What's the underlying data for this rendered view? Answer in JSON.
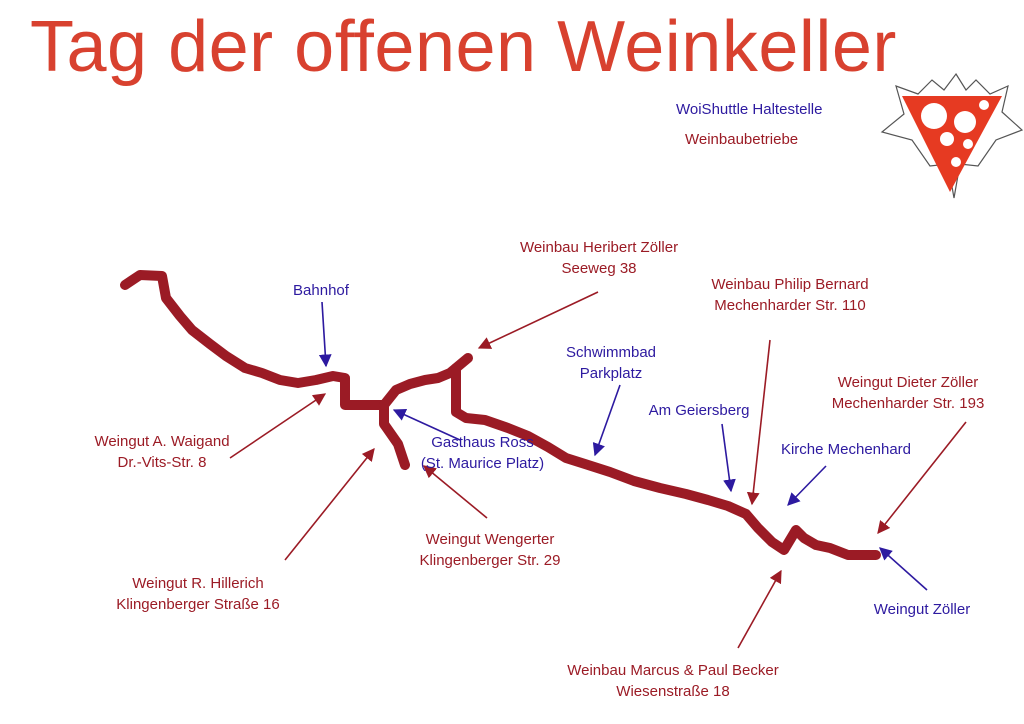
{
  "title": "Tag der offenen Weinkeller",
  "legend": {
    "shuttle": "WoiShuttle Haltestelle",
    "wineries": "Weinbaubetriebe"
  },
  "colors": {
    "title": "#d8412f",
    "route": "#9b1b25",
    "shuttle_stop": "#2d1aa0",
    "winery": "#9b1b25"
  },
  "stops": {
    "bahnhof": "Bahnhof",
    "gasthaus_1": "Gasthaus Ross",
    "gasthaus_2": "(St. Maurice Platz)",
    "schwimmbad_1": "Schwimmbad",
    "schwimmbad_2": "Parkplatz",
    "geiersberg": "Am Geiersberg",
    "kirche": "Kirche Mechenhard",
    "zoeller": "Weingut Zöller"
  },
  "wineries": {
    "heribert_1": "Weinbau Heribert Zöller",
    "heribert_2": "Seeweg 38",
    "philip_1": "Weinbau Philip Bernard",
    "philip_2": "Mechenharder Str. 110",
    "dieter_1": "Weingut Dieter Zöller",
    "dieter_2": "Mechenharder Str. 193",
    "waigand_1": "Weingut A. Waigand",
    "waigand_2": "Dr.-Vits-Str. 8",
    "wengerter_1": "Weingut Wengerter",
    "wengerter_2": "Klingenberger Str. 29",
    "hillerich_1": "Weingut R. Hillerich",
    "hillerich_2": "Klingenberger Straße 16",
    "becker_1": "Weinbau Marcus & Paul Becker",
    "becker_2": "Wiesenstraße 18"
  }
}
